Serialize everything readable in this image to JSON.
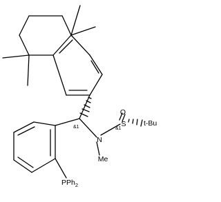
{
  "molecule": {
    "atom_labels": {
      "oxygen": "O",
      "sulfur": "S",
      "nitrogen": "N",
      "n_methyl": "Me",
      "tert_butyl": "t-Bu",
      "phosphine": "PPh",
      "phosphine_subscript": "2"
    },
    "stereo_labels": {
      "carbon_center": "&1",
      "sulfur_center": "&1"
    }
  }
}
